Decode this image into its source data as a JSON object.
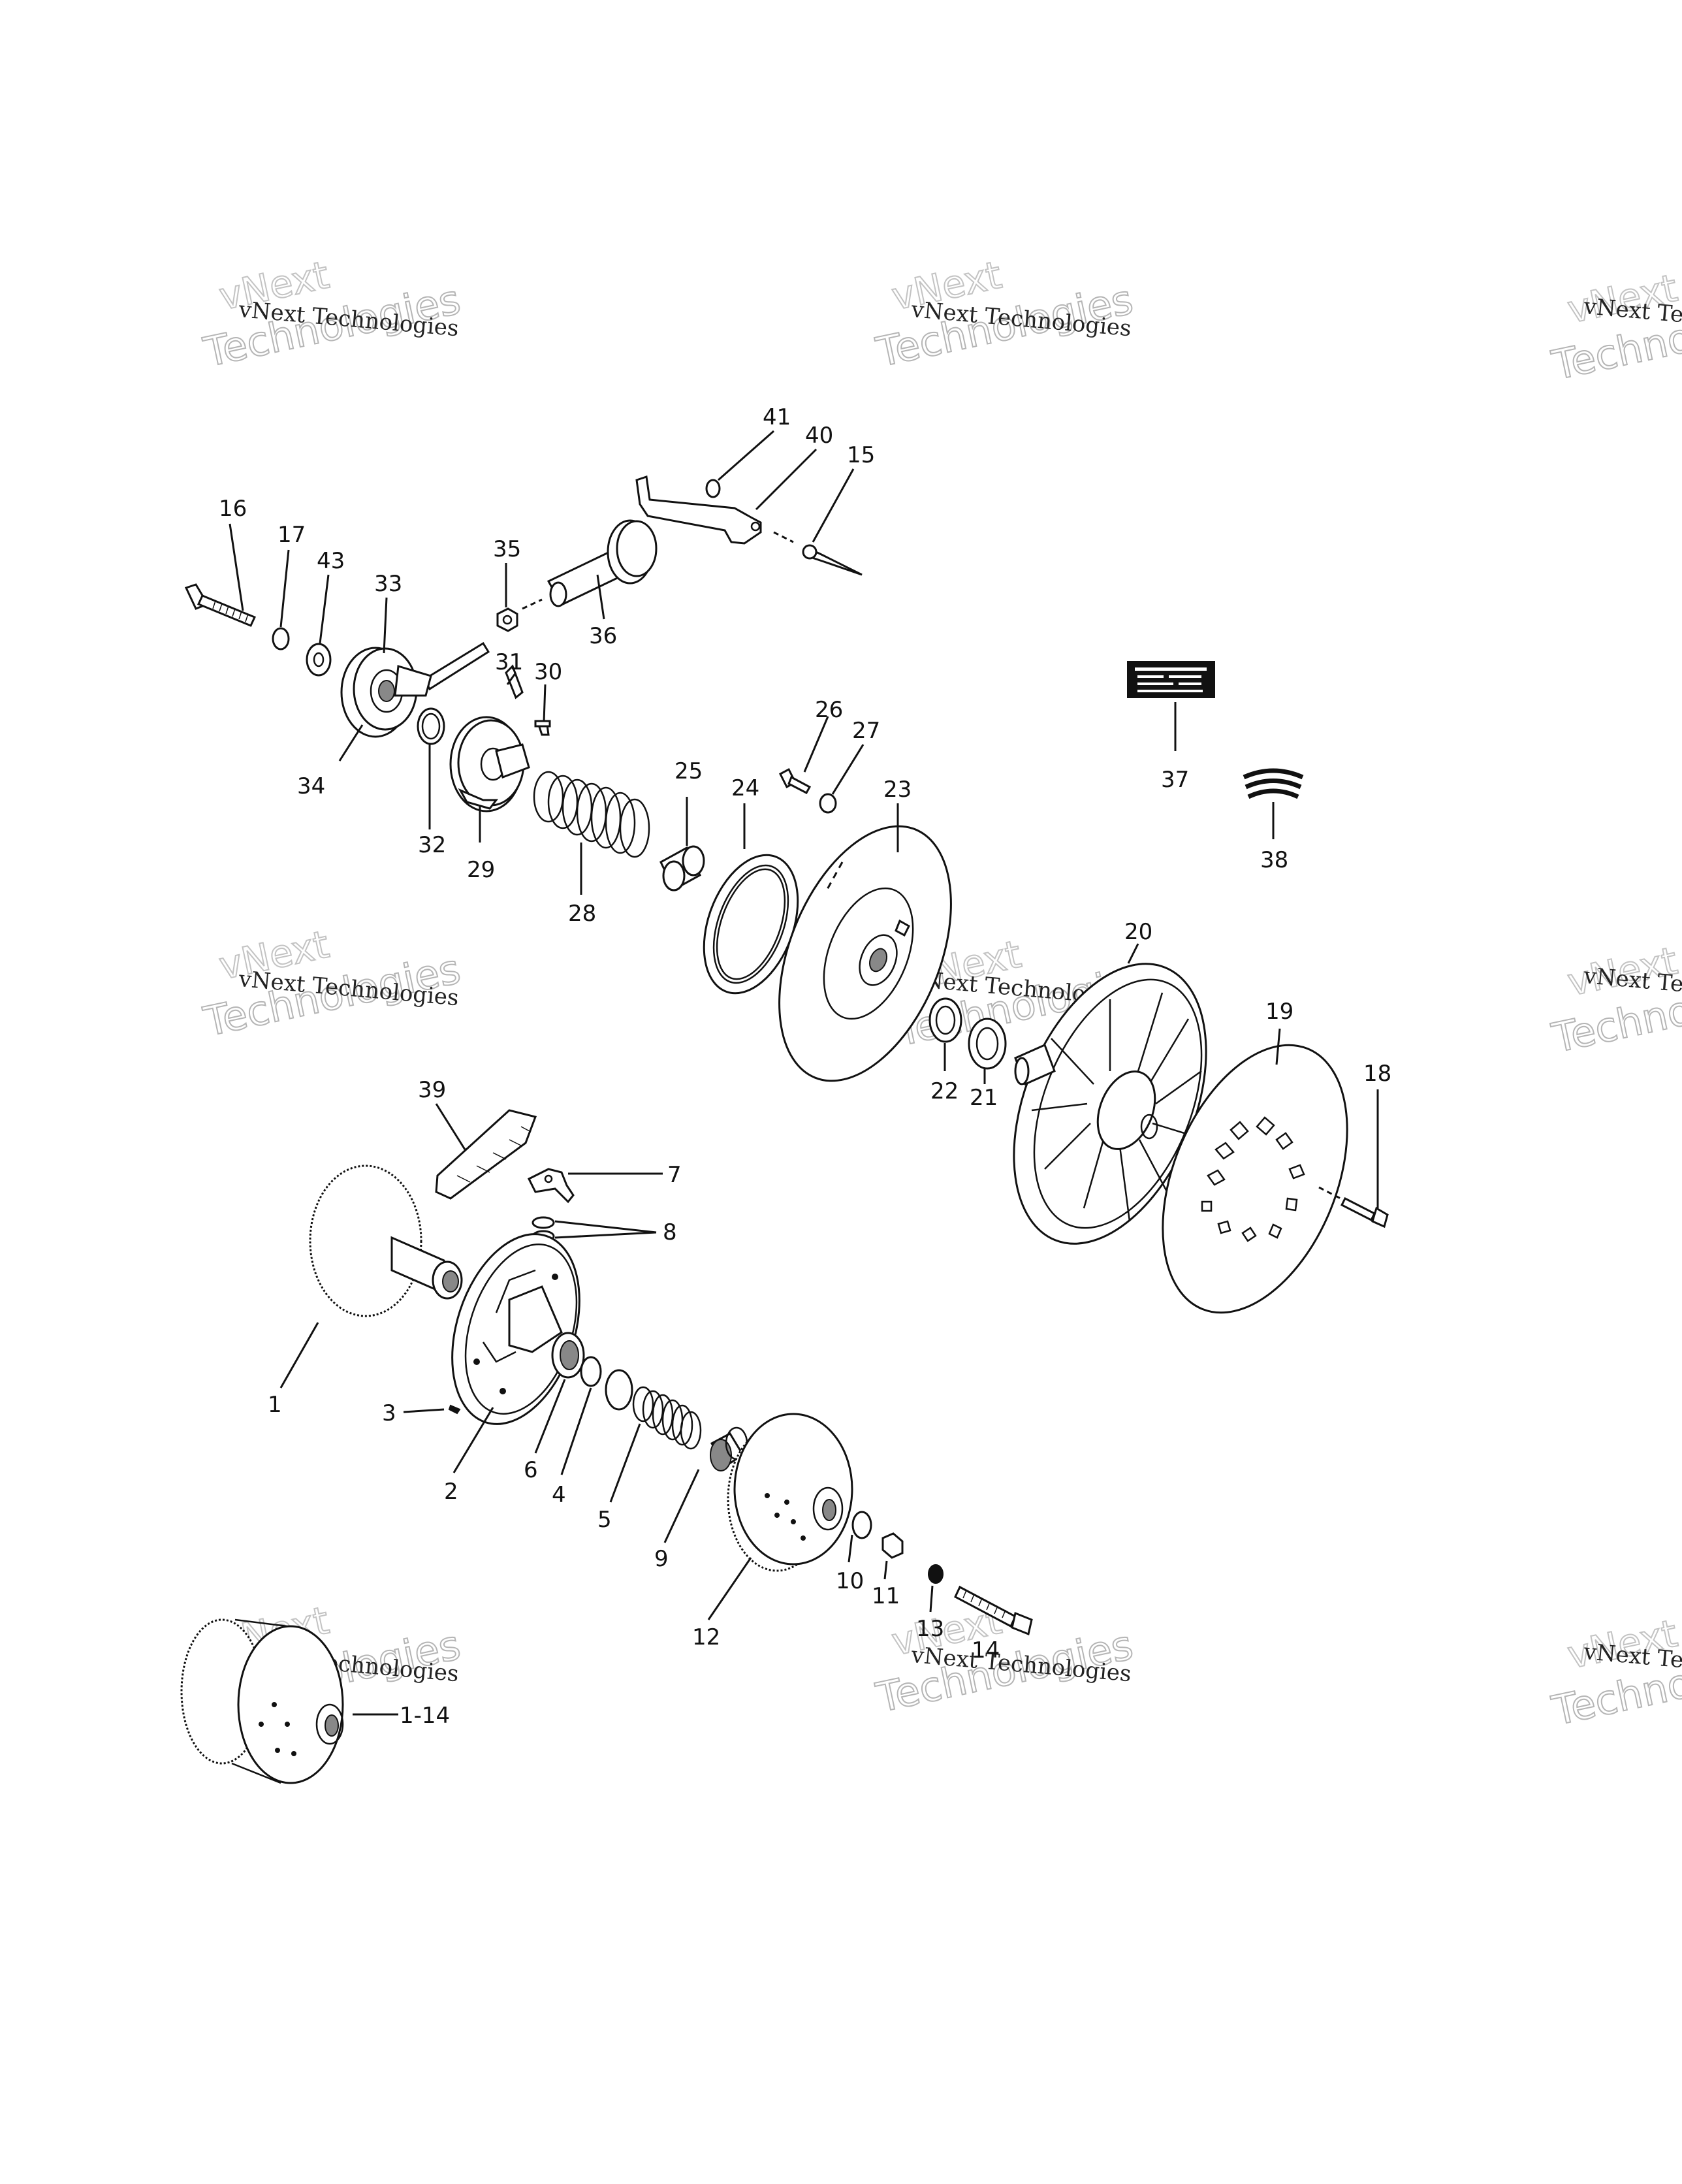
{
  "watermark": {
    "line1": "vNext",
    "line2": "vNext Technologies",
    "line3": "Technologies"
  },
  "callouts": [
    {
      "id": "c1",
      "text": "1"
    },
    {
      "id": "c2",
      "text": "2"
    },
    {
      "id": "c3",
      "text": "3"
    },
    {
      "id": "c4",
      "text": "4"
    },
    {
      "id": "c5",
      "text": "5"
    },
    {
      "id": "c6",
      "text": "6"
    },
    {
      "id": "c7",
      "text": "7"
    },
    {
      "id": "c8",
      "text": "8"
    },
    {
      "id": "c9",
      "text": "9"
    },
    {
      "id": "c10",
      "text": "10"
    },
    {
      "id": "c11",
      "text": "11"
    },
    {
      "id": "c12",
      "text": "12"
    },
    {
      "id": "c13",
      "text": "13"
    },
    {
      "id": "c14",
      "text": "14"
    },
    {
      "id": "c15",
      "text": "15"
    },
    {
      "id": "c16",
      "text": "16"
    },
    {
      "id": "c17",
      "text": "17"
    },
    {
      "id": "c18",
      "text": "18"
    },
    {
      "id": "c19",
      "text": "19"
    },
    {
      "id": "c20",
      "text": "20"
    },
    {
      "id": "c21",
      "text": "21"
    },
    {
      "id": "c22",
      "text": "22"
    },
    {
      "id": "c23",
      "text": "23"
    },
    {
      "id": "c24",
      "text": "24"
    },
    {
      "id": "c25",
      "text": "25"
    },
    {
      "id": "c26",
      "text": "26"
    },
    {
      "id": "c27",
      "text": "27"
    },
    {
      "id": "c28",
      "text": "28"
    },
    {
      "id": "c29",
      "text": "29"
    },
    {
      "id": "c30",
      "text": "30"
    },
    {
      "id": "c31",
      "text": "31"
    },
    {
      "id": "c32",
      "text": "32"
    },
    {
      "id": "c33",
      "text": "33"
    },
    {
      "id": "c34",
      "text": "34"
    },
    {
      "id": "c35",
      "text": "35"
    },
    {
      "id": "c36",
      "text": "36"
    },
    {
      "id": "c37",
      "text": "37"
    },
    {
      "id": "c38",
      "text": "38"
    },
    {
      "id": "c39",
      "text": "39"
    },
    {
      "id": "c40",
      "text": "40"
    },
    {
      "id": "c41",
      "text": "41"
    },
    {
      "id": "c43",
      "text": "43"
    },
    {
      "id": "c1-14",
      "text": "1-14"
    }
  ]
}
